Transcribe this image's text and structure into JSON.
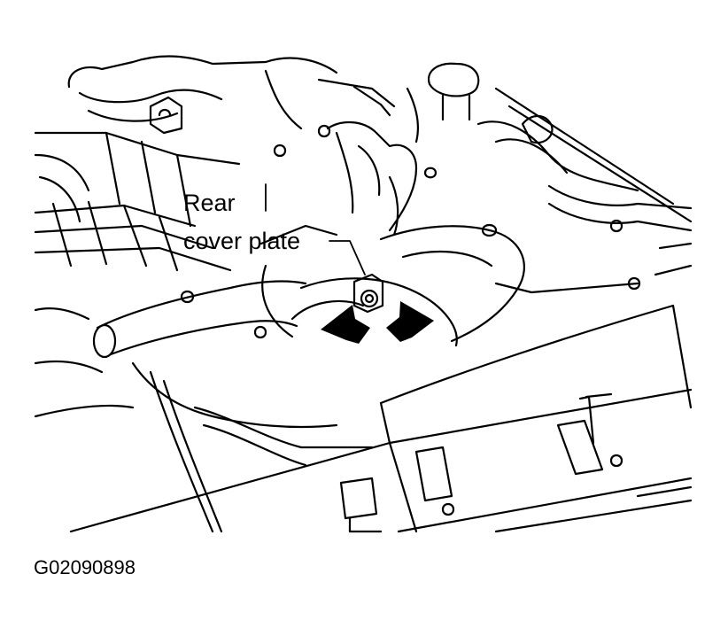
{
  "diagram": {
    "callout_line1": "Rear",
    "callout_line2": "cover plate",
    "figure_code": "G02090898",
    "ink_color": "#000000",
    "background_color": "#ffffff",
    "arrow_count": 2
  }
}
